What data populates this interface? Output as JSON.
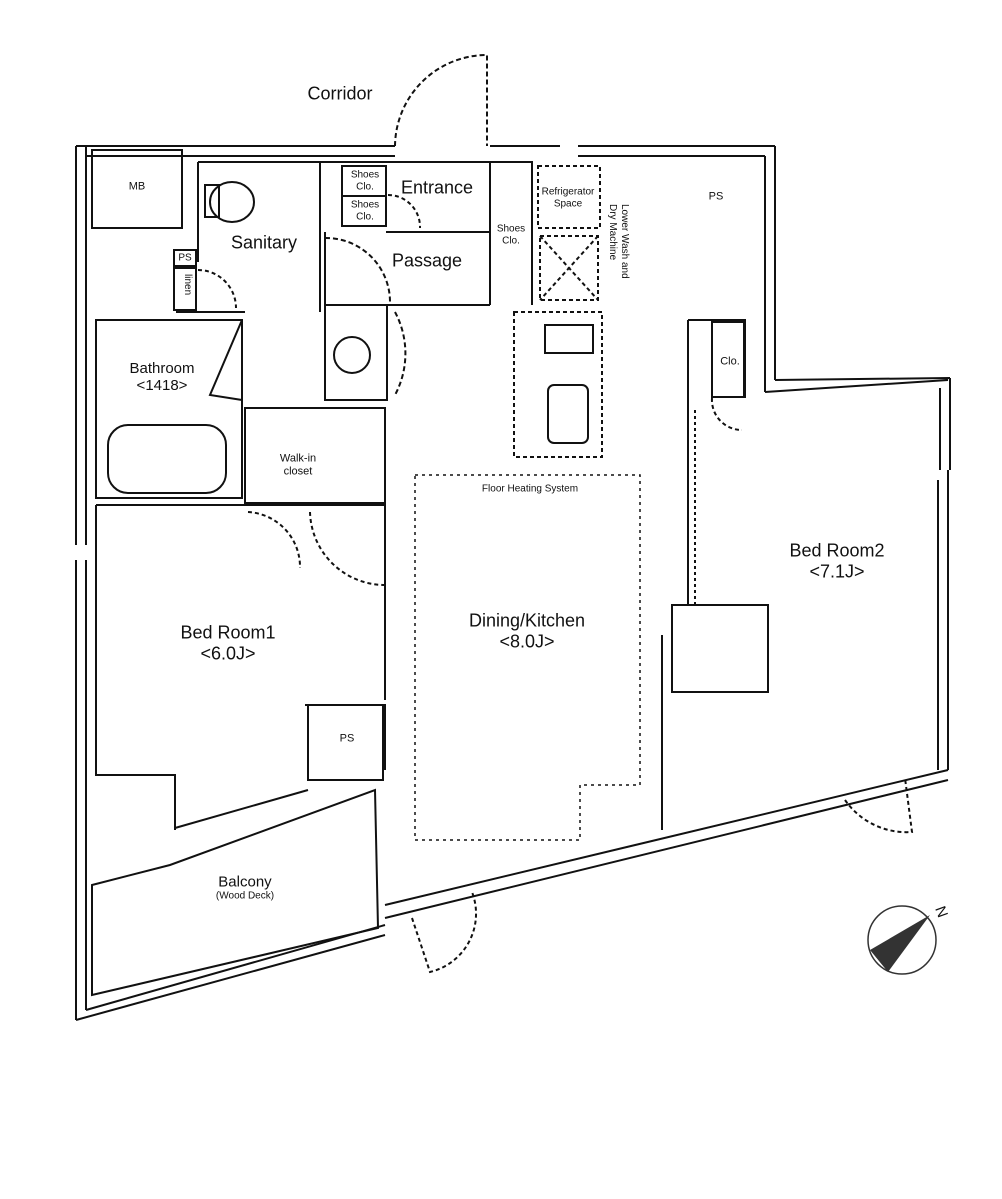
{
  "labels": {
    "corridor": "Corridor",
    "mb": "MB",
    "sanitary": "Sanitary",
    "ps_small": "PS",
    "linen": "linen",
    "shoes_clo_1": [
      "Shoes",
      "Clo."
    ],
    "shoes_clo_2": [
      "Shoes",
      "Clo."
    ],
    "entrance": "Entrance",
    "passage": "Passage",
    "shoes_clo_3": [
      "Shoes",
      "Clo."
    ],
    "refrigerator_space": [
      "Refrigerator",
      "Space"
    ],
    "lower_wash": [
      "Lower Wash and",
      "Dry Machine"
    ],
    "ps_top_right": "PS",
    "bathroom": [
      "Bathroom",
      "<1418>"
    ],
    "clo_right": "Clo.",
    "walk_in_closet": [
      "Walk-in",
      "closet"
    ],
    "floor_heating": "Floor Heating System",
    "bed_room_1": [
      "Bed Room1",
      "<6.0J>"
    ],
    "dining_kitchen": [
      "Dining/Kitchen",
      "<8.0J>"
    ],
    "bed_room_2": [
      "Bed Room2",
      "<7.1J>"
    ],
    "ps_bottom": "PS",
    "balcony": [
      "Balcony",
      "(Wood Deck)"
    ],
    "compass_n": "N"
  },
  "colors": {
    "wall": "#111111",
    "line": "#222222",
    "compass": "#333333"
  }
}
